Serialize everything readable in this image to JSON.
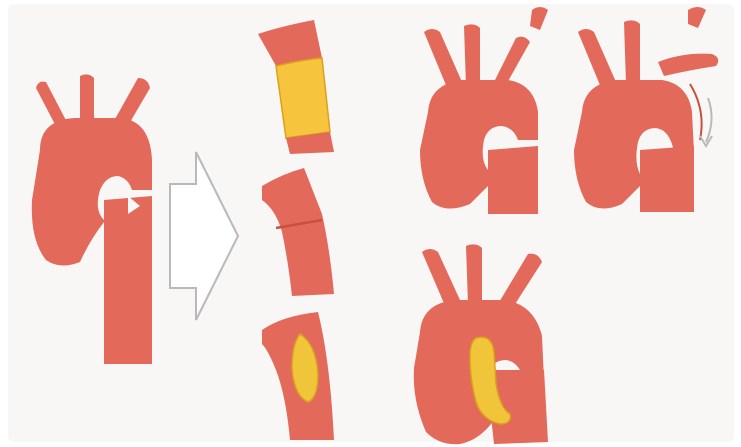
{
  "colors": {
    "vessel": "#e3695a",
    "vessel_dark": "#c9503f",
    "graft": "#f6c43d",
    "graft_edge": "#d9a11f",
    "patch": "#f0c53a",
    "arrow_stroke": "#b9b9b9",
    "background": "#f8f7f6"
  },
  "diagram": {
    "panels": [
      {
        "id": "coarctation",
        "description_icon": "aortic-arch-with-narrowing"
      },
      {
        "id": "arrow",
        "description_icon": "right-arrow-outline"
      },
      {
        "id": "interposition-graft",
        "description_icon": "tube-graft-segment"
      },
      {
        "id": "end-to-end-anastomosis",
        "description_icon": "resected-anastomosis-segment"
      },
      {
        "id": "patch-aortoplasty",
        "description_icon": "patch-on-segment"
      },
      {
        "id": "subclavian-flap",
        "description_icon": "arch-with-divided-subclavian"
      },
      {
        "id": "subclavian-flap-turned",
        "description_icon": "arch-with-flap-turned-down"
      },
      {
        "id": "patch-arch",
        "description_icon": "arch-with-patch"
      }
    ]
  }
}
